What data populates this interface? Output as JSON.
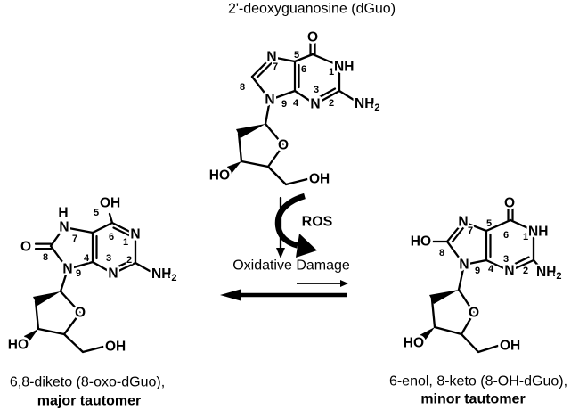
{
  "figure": {
    "title": "2'-deoxyguanosine (dGuo)",
    "reaction": {
      "ros": "ROS",
      "oxidative_damage": "Oxidative Damage"
    },
    "captions": {
      "left_line1": "6,8-diketo (8-oxo-dGuo),",
      "left_line2": "major tautomer",
      "right_line1": "6-enol, 8-keto (8-OH-dGuo),",
      "right_line2": "minor tautomer"
    }
  },
  "structures": {
    "dguo": {
      "atoms": {
        "o6": "O",
        "n7": "N",
        "n1h": "NH",
        "n3": "N",
        "n9": "N",
        "amine": "NH",
        "amine_sub": "2",
        "ring_o": "O",
        "ho3": "HO",
        "oh5": "OH"
      },
      "numbers": {
        "n1": "1",
        "c2": "2",
        "n3": "3",
        "c4": "4",
        "c5": "5",
        "c6": "6",
        "n7": "7",
        "c8": "8",
        "n9": "9"
      }
    },
    "oxo_dguo": {
      "atoms": {
        "o8": "O",
        "h7": "H",
        "n7": "N",
        "oh6": "OH",
        "n1": "N",
        "n3": "N",
        "n9": "N",
        "amine": "NH",
        "amine_sub": "2",
        "ring_o": "O",
        "ho3": "HO",
        "oh5": "OH"
      },
      "numbers": {
        "n1": "1",
        "c2": "2",
        "n3": "3",
        "c4": "4",
        "c5": "5",
        "c6": "6",
        "n7": "7",
        "c8": "8",
        "n9": "9"
      }
    },
    "oh_dguo": {
      "atoms": {
        "o6": "O",
        "n7": "N",
        "n1h": "NH",
        "ho8": "HO",
        "n3": "N",
        "n9": "N",
        "amine": "NH",
        "amine_sub": "2",
        "ring_o": "O",
        "ho3": "HO",
        "oh5": "OH"
      },
      "numbers": {
        "n1": "1",
        "c2": "2",
        "n3": "3",
        "c4": "4",
        "c5": "5",
        "c6": "6",
        "n7": "7",
        "c8": "8",
        "n9": "9"
      }
    }
  },
  "colors": {
    "ink": "#000000",
    "background": "#ffffff"
  }
}
